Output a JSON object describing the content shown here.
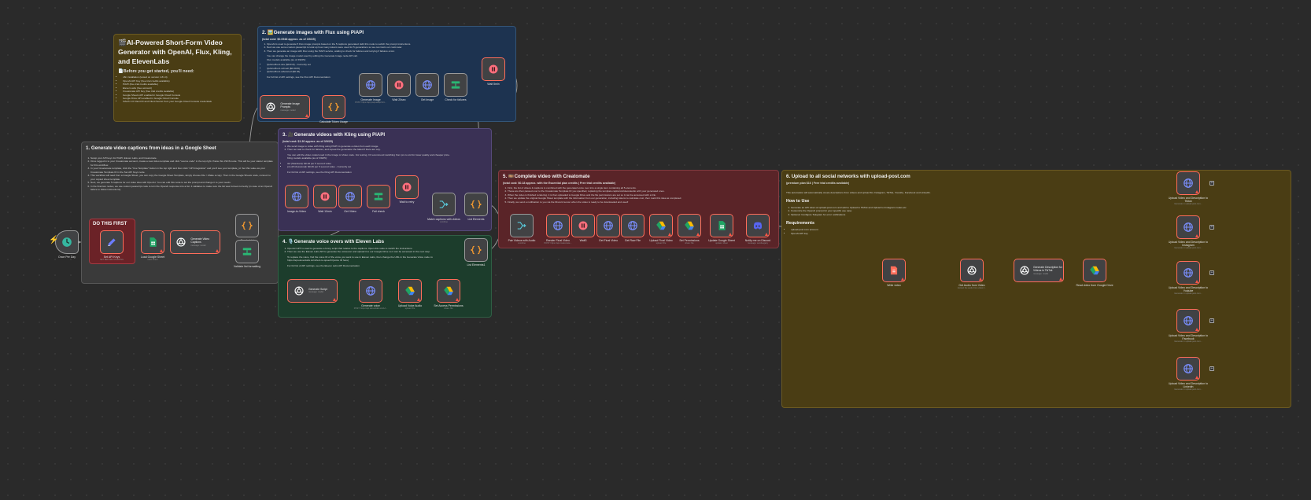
{
  "notes": {
    "intro": {
      "title": "🎬AI-Powered Short-Form Video Generator with OpenAI, Flux, Kling, and ElevenLabs",
      "subtitle": "📄Before you get started, you'll need:",
      "items": [
        "n8n installation (tested on version 1.81.4)",
        "OpenAI API Key (free trial credits available)",
        "PiAPI (free trial credits available)",
        "Eleven Labs (free account)",
        "Creatomate API Key (free trial credits available)",
        "Google Sheets API enabled in Google Cloud Console",
        "Google Drive API enabled in Google Cloud Console",
        "OAuth 2.0 Client ID and Client Secret from your Google Cloud Console credentials"
      ]
    },
    "s1": {
      "title": "1.    Generate video captions from ideas in a Google Sheet",
      "items": [
        "Setup your API keys for PiAPI, Eleven Labs, and Creatomate.",
        "Once logged in to your Creatomate account, create a new video template and click \"source code\" in the top right. Paste this JSON code. This will be your starter template for this workflow.",
        "In your Creatomate template, click the \"Use Template\" button in the top right and then click \"API Integration\" and you'll see your template_id. Set this value as your Creatomate Template ID in the Set API Keys node.",
        "This workflow will read from a Google Sheet, you can copy the Google Sheet Template, simply choose File > Make a copy. Then in the Google Sheets node, connect to your copied sheet template.",
        "Next, we generate 5 captions for our video idea with OpenAI. You can edit this node to set the prompt and change it to your needs.",
        "In the final two nodes, we use custom javascript code to turn the OpenAI response into a list. It validates to make sure the list was formed correctly (in case of an OpenAI failure to follow instructions)."
      ]
    },
    "s1_do_first": {
      "title": "DO THIS FIRST"
    },
    "s2": {
      "title": "2. 🖼️Generate images with Flux using PiAPI",
      "subtitle": "(total cost: $0.0948 approx. as of 3/9/25)",
      "items": [
        "OpenAI is used to generate 5 Flux image prompts based on the 5 captions generated. Edit this node to switch the prompt instructions.",
        "Next we use some custom javascript to total up how many tokens were used for 5 generations so we can track our costs later.",
        "Then we generate an image with Flux using the PiAPI service, waiting to check for failures and retrying if failures occur."
      ],
      "paragraphs": [
        "You can change the image model used by editing the Generate Image node API call.",
        "Flux models available (as of 3/9/25):",
        "Qubico/flux1-dev ($0.015) - Currently set",
        "Qubico/flux1-schnell ($0.0015)",
        "Qubico/flux1-advanced ($0.02)",
        "For full list of API settings, see the Flux API Documentation"
      ]
    },
    "s3": {
      "title": "3. 🎥Generate videos with Kling using PiAPI",
      "subtitle": "(total cost: $1.30 approx. as of 3/9/25)",
      "items": [
        "We send image to video with Kling using PiAPI to generate a video from each image.",
        "Then we wait to check for failures, and repeat the generation the failed if there are any."
      ],
      "paragraphs": [
        "You can edit the video model used in the Image to Video node. For testing, I'd recommend switching from pro to std for lower quality and cheaper price.",
        "Kling models available (as of 3/9/25):",
        "std (Standard): $0.26 per 5 second video",
        "pro (Professional): $0.46 per 5 second video - Currently set",
        "For full list of API settings, see the Kling API Documentation"
      ]
    },
    "s4": {
      "title": "4. 🎙️Generate voice overs with Eleven Labs",
      "items": [
        "OpenAI GPT is used to generate a funny script that relates to the captions. Open this node to switch the instructions.",
        "Then we use the Eleven Labs API to generate the voiceover and upload it to our Google Drive so it can be accessed in the next step."
      ],
      "paragraphs": [
        "To replace the voice, find the voice ID of the voice you want to use in Eleven Labs, then change the URL in the Generate Voice node to: https://api.elevenlabs.io/v1/text-to-speech/{voice ID here}",
        "For full list of API settings, see the Eleven Labs API Documentation"
      ]
    },
    "s5": {
      "title": "5. 🎞️Complete video with Creatomate",
      "subtitle": "(total cost: $0.18 approx. with the Essential plan credits | Free trial credits available)",
      "items": [
        "First, the list of videos & captions is combined with the generated voice over into a single item containing all 5 elements.",
        "These are then passed over to the Creatomate Template ID you specified, replacing the template captions/videos/audio with your generated ones.",
        "When the video is finished rendering, it is then uploaded to Google Drive and the file permissions are set so it can be accessed with a link.",
        "Then we update the original Google Sheet template with the information from our generation, including tokens to calculate cost, then mark this idea as completed.",
        "Finally, we send a notification to you via the Discord server when the video is ready to be downloaded and used!"
      ]
    },
    "s6": {
      "title": "6. Upload to all social networks with upload-post.com",
      "subtitle": "(premium plan $16 | Free trial credits available)",
      "intro": "This automation will automatically create descriptions from videos and upload fire Instagram, TikTok, Youtube, Facebook and LinkedIn.",
      "how_title": "How to Use",
      "how_items": [
        "Generate an API token at upload-post.com and add to Upload to TikTok and Upload to Instagram nodes.etc",
        "Customize the OpenAI prompt for your specific use case",
        "Optional: Configure Telegram for error notifications"
      ],
      "req_title": "Requirements",
      "req_items": [
        "upload-post.com account",
        "OpenAI API key"
      ]
    }
  },
  "nodes": [
    {
      "id": "schedule",
      "label": "Once Per Day",
      "sub": "",
      "icon": "clock-icon",
      "color": "#35b7a0"
    },
    {
      "id": "set_api_keys",
      "label": "Set API Keys",
      "sub": "SET BEFORE STARTING",
      "icon": "pencil-icon",
      "color": "#6b7cff"
    },
    {
      "id": "load_sheet",
      "label": "Load Google Sheet",
      "sub": "read: sheet",
      "icon": "sheets-icon",
      "color": "#20a464"
    },
    {
      "id": "gen_captions",
      "label": "Generate Video Captions",
      "sub": "message: model",
      "icon": "openai-icon",
      "color": "#ffffff"
    },
    {
      "id": "create_list",
      "label": "Create List",
      "sub": "",
      "icon": "code-icon",
      "color": "#ff9f2e"
    },
    {
      "id": "validate",
      "label": "Validate list formatting",
      "sub": "",
      "icon": "if-icon",
      "color": "#2ab673"
    },
    {
      "id": "gen_image_prompts",
      "label": "Generate Image Prompts",
      "sub": "message: model",
      "icon": "openai-icon",
      "color": "#ffffff"
    },
    {
      "id": "calc_tokens",
      "label": "Calculate Token Usage",
      "sub": "",
      "icon": "code-icon",
      "color": "#ff9f2e"
    },
    {
      "id": "generate_image",
      "label": "Generate Image",
      "sub": "POST: https://api.piapi.ai/api/v1/t...",
      "icon": "globe-icon",
      "color": "#7b8fff"
    },
    {
      "id": "wait_20s",
      "label": "Wait 20sec",
      "sub": "",
      "icon": "pause-icon",
      "color": "#ff6f7d"
    },
    {
      "id": "get_image",
      "label": "Get Image",
      "sub": "",
      "icon": "globe-icon",
      "color": "#7b8fff"
    },
    {
      "id": "check_failures",
      "label": "Check for failures",
      "sub": "",
      "icon": "if-icon",
      "color": "#2ab673"
    },
    {
      "id": "wait_5min",
      "label": "Wait 5min",
      "sub": "",
      "icon": "pause-icon",
      "color": "#ff6f7d"
    },
    {
      "id": "image_to_video",
      "label": "Image-to-Video",
      "sub": "",
      "icon": "globe-icon",
      "color": "#7b8fff"
    },
    {
      "id": "wait_10min",
      "label": "Wait 10min",
      "sub": "",
      "icon": "pause-icon",
      "color": "#ff6f7d"
    },
    {
      "id": "get_video",
      "label": "Get Video",
      "sub": "",
      "icon": "globe-icon",
      "color": "#7b8fff"
    },
    {
      "id": "fail_check",
      "label": "Fail check",
      "sub": "",
      "icon": "if-icon",
      "color": "#2ab673"
    },
    {
      "id": "wait_retry",
      "label": "Wait to retry",
      "sub": "",
      "icon": "pause-icon",
      "color": "#ff6f7d"
    },
    {
      "id": "match_captions",
      "label": "Match captions with videos",
      "sub": "combine",
      "icon": "merge-icon",
      "color": "#58c7d8"
    },
    {
      "id": "list_elements",
      "label": "List Elements",
      "sub": "",
      "icon": "code-icon",
      "color": "#ff9f2e"
    },
    {
      "id": "list_elements1",
      "label": "List Elements1",
      "sub": "",
      "icon": "code-icon",
      "color": "#ff9f2e"
    },
    {
      "id": "gen_script",
      "label": "Generate Script",
      "sub": "message: model",
      "icon": "openai-icon",
      "color": "#ffffff"
    },
    {
      "id": "gen_voice",
      "label": "Generate voice",
      "sub": "POST: https://api.elevenlabs.io/v1/t...",
      "icon": "globe-icon",
      "color": "#7b8fff"
    },
    {
      "id": "upload_voice",
      "label": "Upload Voice Audio",
      "sub": "upload: file",
      "icon": "drive-icon",
      "color": "#fbbc04"
    },
    {
      "id": "set_access",
      "label": "Set Access Permissions",
      "sub": "share: file",
      "icon": "drive-icon",
      "color": "#fbbc04"
    },
    {
      "id": "pair_videos",
      "label": "Pair Videos with Audio",
      "sub": "combine",
      "icon": "merge-icon",
      "color": "#58c7d8"
    },
    {
      "id": "render_final",
      "label": "Render Final Video",
      "sub": "POST: https://api.creatomate...",
      "icon": "globe-icon",
      "color": "#7b8fff"
    },
    {
      "id": "wait",
      "label": "Wait3",
      "sub": "",
      "icon": "pause-icon",
      "color": "#ff6f7d"
    },
    {
      "id": "get_final",
      "label": "Get Final Video",
      "sub": "",
      "icon": "globe-icon",
      "color": "#7b8fff"
    },
    {
      "id": "get_raw",
      "label": "Get Raw File",
      "sub": "",
      "icon": "globe-icon",
      "color": "#7b8fff"
    },
    {
      "id": "upload_final",
      "label": "Upload Final Video",
      "sub": "upload: file",
      "icon": "drive-icon",
      "color": "#fbbc04"
    },
    {
      "id": "set_perms",
      "label": "Set Permissions",
      "sub": "share: file",
      "icon": "drive-icon",
      "color": "#fbbc04"
    },
    {
      "id": "update_sheet",
      "label": "Update Google Sheet",
      "sub": "update: sheet",
      "icon": "sheets-icon",
      "color": "#20a464"
    },
    {
      "id": "notify_discord",
      "label": "Notify me on Discord",
      "sub": "message: sendLegacy",
      "icon": "discord-icon",
      "color": "#5865f2"
    },
    {
      "id": "write_video",
      "label": "Write video",
      "sub": "",
      "icon": "file-icon",
      "color": "#ff6d5a"
    },
    {
      "id": "get_audio",
      "label": "Get Audio from Video",
      "sub": "Extract the audio from video f...",
      "icon": "openai-icon",
      "color": "#ffffff"
    },
    {
      "id": "gen_desc",
      "label": "Generate Description for Videos in TikTok",
      "sub": "message: model",
      "icon": "openai-icon",
      "color": "#ffffff"
    },
    {
      "id": "read_drive",
      "label": "Read video from Google Drive",
      "sub": "",
      "icon": "drive-icon",
      "color": "#20a464"
    },
    {
      "id": "up_tiktok",
      "label": "Upload Video and Description to Tiktok",
      "sub": "Generate in upload-post.com...",
      "icon": "globe-icon",
      "color": "#7b8fff"
    },
    {
      "id": "up_insta",
      "label": "Upload Video and Description to Instagram",
      "sub": "Generate in upload-post.com...",
      "icon": "globe-icon",
      "color": "#7b8fff"
    },
    {
      "id": "up_youtube",
      "label": "Upload Video and Description to Youtube",
      "sub": "Generate in upload-post.com...",
      "icon": "globe-icon",
      "color": "#7b8fff"
    },
    {
      "id": "up_facebook",
      "label": "Upload Video and Description to Facebook",
      "sub": "Generate in upload-post.com...",
      "icon": "globe-icon",
      "color": "#7b8fff"
    },
    {
      "id": "up_linkedin",
      "label": "Upload Video and Description to Linkedin",
      "sub": "Generate in upload-post.com...",
      "icon": "globe-icon",
      "color": "#7b8fff"
    }
  ],
  "edges": [
    [
      "schedule",
      "set_api_keys"
    ],
    [
      "set_api_keys",
      "load_sheet"
    ],
    [
      "load_sheet",
      "gen_captions"
    ],
    [
      "gen_captions",
      "create_list"
    ],
    [
      "gen_captions",
      "validate"
    ],
    [
      "create_list",
      "validate"
    ],
    [
      "validate",
      "gen_image_prompts"
    ],
    [
      "gen_image_prompts",
      "calc_tokens"
    ],
    [
      "calc_tokens",
      "generate_image"
    ],
    [
      "generate_image",
      "wait_20s"
    ],
    [
      "wait_20s",
      "get_image"
    ],
    [
      "get_image",
      "check_failures"
    ],
    [
      "check_failures",
      "wait_5min"
    ],
    [
      "check_failures",
      "image_to_video"
    ],
    [
      "wait_5min",
      "generate_image"
    ],
    [
      "image_to_video",
      "wait_10min"
    ],
    [
      "wait_10min",
      "get_video"
    ],
    [
      "get_video",
      "fail_check"
    ],
    [
      "fail_check",
      "wait_retry"
    ],
    [
      "fail_check",
      "match_captions"
    ],
    [
      "wait_retry",
      "image_to_video"
    ],
    [
      "validate",
      "match_captions"
    ],
    [
      "match_captions",
      "list_elements"
    ],
    [
      "validate",
      "gen_script"
    ],
    [
      "gen_script",
      "gen_voice"
    ],
    [
      "gen_voice",
      "upload_voice"
    ],
    [
      "upload_voice",
      "set_access"
    ],
    [
      "list_elements",
      "pair_videos"
    ],
    [
      "list_elements1",
      "pair_videos"
    ],
    [
      "set_access",
      "list_elements1"
    ],
    [
      "pair_videos",
      "render_final"
    ],
    [
      "render_final",
      "wait"
    ],
    [
      "wait",
      "get_final"
    ],
    [
      "get_final",
      "get_raw"
    ],
    [
      "get_raw",
      "upload_final"
    ],
    [
      "upload_final",
      "set_perms"
    ],
    [
      "set_perms",
      "update_sheet"
    ],
    [
      "update_sheet",
      "notify_discord"
    ],
    [
      "notify_discord",
      "write_video"
    ],
    [
      "write_video",
      "get_audio"
    ],
    [
      "get_audio",
      "gen_desc"
    ],
    [
      "gen_desc",
      "read_drive"
    ],
    [
      "read_drive",
      "up_tiktok"
    ],
    [
      "read_drive",
      "up_insta"
    ],
    [
      "read_drive",
      "up_youtube"
    ],
    [
      "read_drive",
      "up_facebook"
    ],
    [
      "read_drive",
      "up_linkedin"
    ]
  ]
}
